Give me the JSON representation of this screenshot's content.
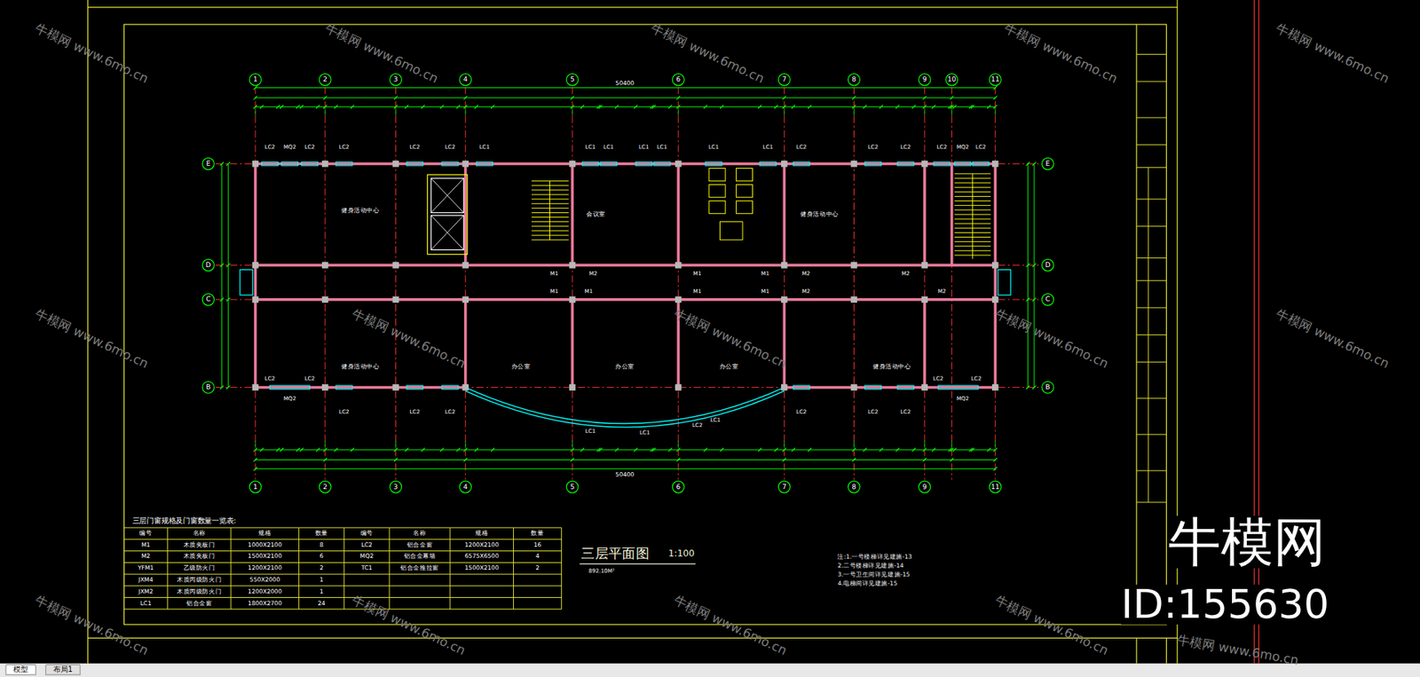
{
  "diagram": {
    "nodes": [
      {
        "text": [
          "1"
        ]
      },
      {
        "text": [
          "2"
        ]
      },
      {
        "text": [
          "3"
        ]
      },
      {
        "text": [
          "4"
        ]
      },
      {
        "text": [
          "5"
        ]
      },
      {
        "text": [
          "6"
        ]
      },
      {
        "text": [
          "7"
        ]
      },
      {
        "text": [
          "8"
        ]
      },
      {
        "text": [
          "9"
        ]
      },
      {
        "text": [
          "10"
        ]
      },
      {
        "text": [
          "11"
        ]
      },
      {
        "text": [
          "1"
        ]
      },
      {
        "text": [
          "2"
        ]
      },
      {
        "text": [
          "3"
        ]
      },
      {
        "text": [
          "4"
        ]
      },
      {
        "text": [
          "5"
        ]
      },
      {
        "text": [
          "6"
        ]
      },
      {
        "text": [
          "7"
        ]
      },
      {
        "text": [
          "8"
        ]
      },
      {
        "text": [
          "9"
        ]
      },
      {
        "text": [
          "11"
        ]
      },
      {
        "text": [
          "E"
        ]
      },
      {
        "text": [
          "D"
        ]
      },
      {
        "text": [
          "C"
        ]
      },
      {
        "text": [
          "B"
        ]
      },
      {
        "text": [
          "E"
        ]
      },
      {
        "text": [
          "D"
        ]
      },
      {
        "text": [
          "C"
        ]
      },
      {
        "text": [
          "B"
        ]
      },
      {
        "text": [
          "模型"
        ]
      },
      {
        "text": [
          "布局1"
        ]
      }
    ],
    "labels": [
      "三层平面图",
      "1:100",
      "892.10M²",
      "三层门窗规格及门窗数量一览表:",
      "注:1.一号楼梯详见建施-13",
      "2.二号楼梯详见建施-14",
      "3.一号卫生间详见建施-15",
      "4.电梯间详见建施-15",
      "牛模网",
      "ID:155630",
      "50400",
      "50400",
      "编号",
      "名称",
      "规格",
      "数量",
      "编号",
      "名称",
      "规格",
      "数量",
      "M1",
      "木质夹板门",
      "1000X2100",
      "8",
      "LC2",
      "铝合金窗",
      "1200X2100",
      "16",
      "M2",
      "木质夹板门",
      "1500X2100",
      "6",
      "MQ2",
      "铝合金幕墙",
      "6575X6500",
      "4",
      "YFM1",
      "乙级防火门",
      "1200X2100",
      "2",
      "TC1",
      "铝合金推拉窗",
      "1500X2100",
      "2",
      "JXM4",
      "木质丙级防火门",
      "550X2000",
      "1",
      "JXM2",
      "木质丙级防火门",
      "1200X2000",
      "1",
      "LC1",
      "铝合金窗",
      "1800X2700",
      "24",
      "牛模网 www.6mo.cn",
      "牛模网 www.6mo.cn",
      "牛模网 www.6mo.cn",
      "牛模网 www.6mo.cn",
      "牛模网 www.6mo.cn",
      "牛模网 www.6mo.cn",
      "牛模网 www.6mo.cn",
      "牛模网 www.6mo.cn",
      "牛模网 www.6mo.cn",
      "牛模网 www.6mo.cn",
      "牛模网 www.6mo.cn",
      "牛模网 www.6mo.cn",
      "牛模网 www.6mo.cn",
      "牛模网 www.6mo.cn",
      "牛模网 www.6mo.cn",
      "健身活动中心",
      "会议室",
      "健身活动中心",
      "健身活动中心",
      "办公室",
      "办公室",
      "办公室",
      "健身活动中心",
      "LC2",
      "MQ2",
      "LC2",
      "LC2",
      "LC2",
      "LC2",
      "LC1",
      "LC1",
      "LC1",
      "LC1",
      "LC1",
      "LC1",
      "LC1",
      "LC2",
      "LC2",
      "LC2",
      "LC2",
      "MQ2",
      "LC2",
      "LC2",
      "LC2",
      "MQ2",
      "LC2",
      "LC2",
      "LC2",
      "LC1",
      "LC1",
      "LC2",
      "LC1",
      "LC2",
      "LC2",
      "LC2",
      "LC2",
      "LC2",
      "MQ2",
      "M1",
      "M2",
      "M1",
      "M1",
      "M2",
      "M2",
      "M1",
      "M1",
      "M1",
      "M1",
      "M2",
      "M2"
    ]
  }
}
